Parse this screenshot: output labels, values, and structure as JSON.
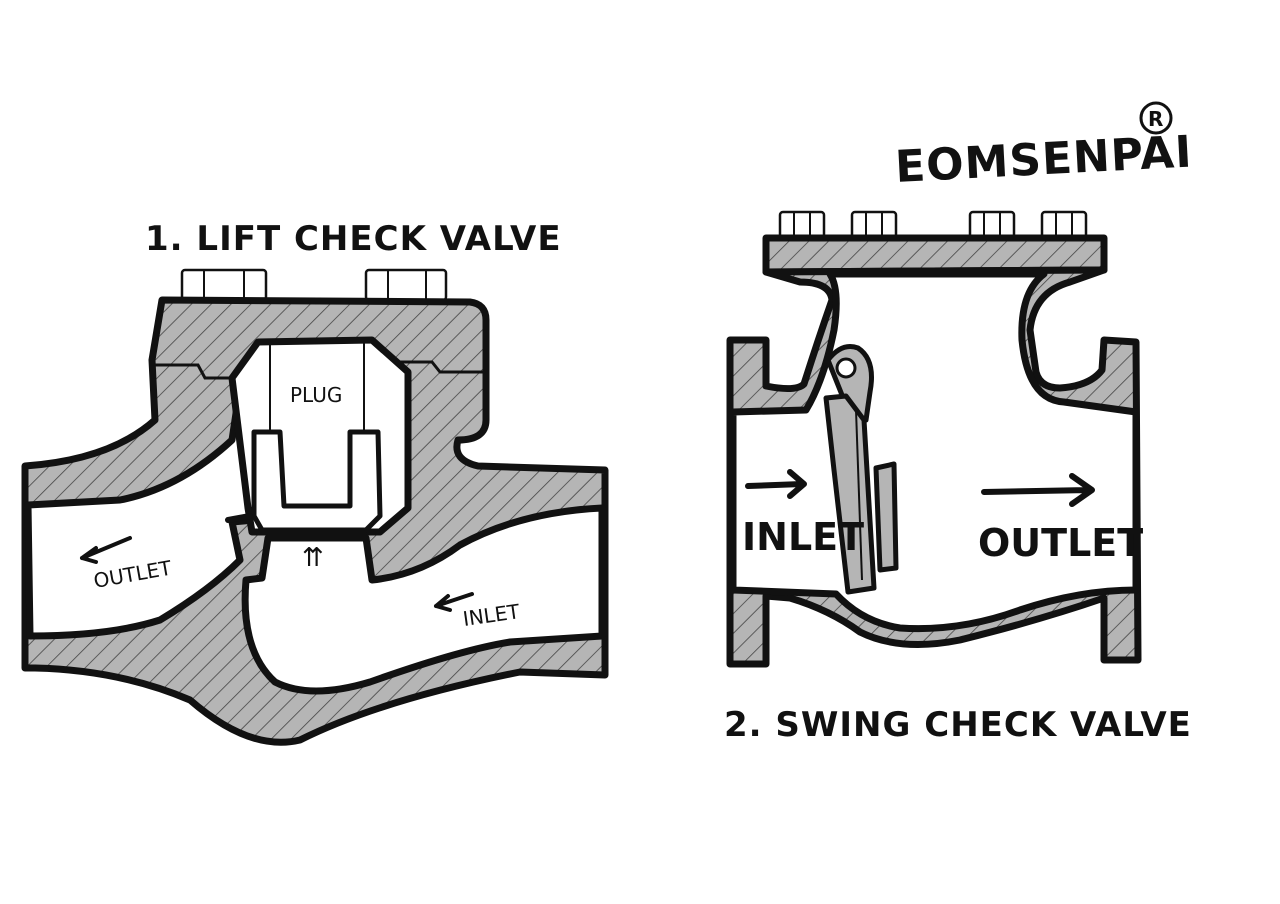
{
  "brand": {
    "name": "EOMSENPAI",
    "mark": "R"
  },
  "lift_valve": {
    "title": "1. LIFT CHECK VALVE",
    "plug_label": "PLUG",
    "outlet_label": "OUTLET",
    "inlet_label": "INLET",
    "lift_arrow": "⇈"
  },
  "swing_valve": {
    "title": "2. SWING CHECK VALVE",
    "inlet_label": "INLET",
    "outlet_label": "OUTLET"
  },
  "colors": {
    "body": "#b5b5b5",
    "outline": "#111111",
    "background": "#ffffff"
  }
}
